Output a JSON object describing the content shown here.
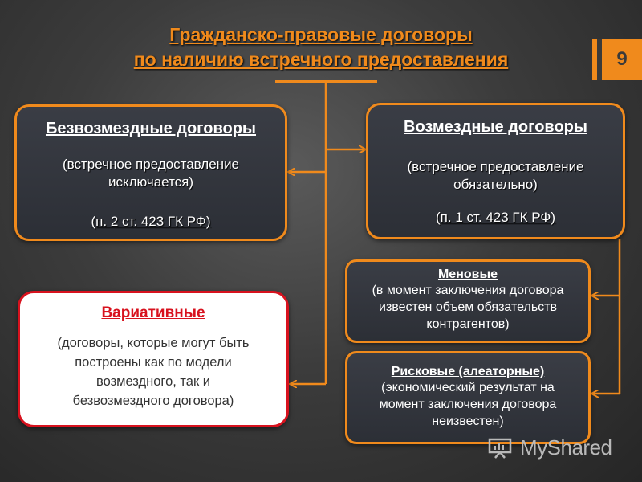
{
  "title": {
    "line1": "Гражданско-правовые договоры",
    "line2": "по наличию встречного предоставления"
  },
  "page_number": "9",
  "gratuitous": {
    "title": "Безвозмездные договоры",
    "desc_line1": "(встречное предоставление",
    "desc_line2": "исключается)",
    "ref": "(п. 2 ст. 423 ГК РФ)"
  },
  "onerous": {
    "title": "Возмездные  договоры",
    "desc_line1": "(встречное предоставление",
    "desc_line2": "обязательно)",
    "ref": "(п. 1 ст. 423 ГК РФ)"
  },
  "barter": {
    "title": "Меновые",
    "desc_line1": "(в момент заключения договора",
    "desc_line2": "известен объем обязательств",
    "desc_line3": "контрагентов)"
  },
  "risk": {
    "title": "Рисковые (алеаторные)",
    "desc_line1": "(экономический результат на",
    "desc_line2": "момент заключения договора",
    "desc_line3": "неизвестен)"
  },
  "variative": {
    "title": "Вариативные",
    "desc_line1": "(договоры, которые могут быть",
    "desc_line2": "построены как по модели",
    "desc_line3": "возмездного, так и",
    "desc_line4": "безвозмездного договора)"
  },
  "watermark": {
    "text": "MyShared",
    "icon": "presentation-board-icon"
  },
  "colors": {
    "accent": "#f08a1c",
    "variative_border": "#d8121e",
    "box_fill": "#33363d",
    "background": "#3c3c3c"
  }
}
